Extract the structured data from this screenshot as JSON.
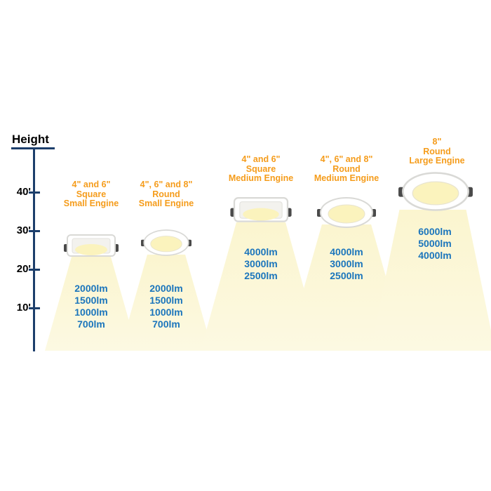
{
  "axis": {
    "title": "Height",
    "ticks": [
      "40'",
      "30'",
      "20'",
      "10'"
    ]
  },
  "fixtures": [
    {
      "shape": "square",
      "label_lines": [
        "4\" and 6\"",
        "Square",
        "Small Engine"
      ],
      "lumens": [
        "2000lm",
        "1500lm",
        "1000lm",
        "700lm"
      ]
    },
    {
      "shape": "round",
      "label_lines": [
        "4\", 6\" and 8\"",
        "Round",
        "Small Engine"
      ],
      "lumens": [
        "2000lm",
        "1500lm",
        "1000lm",
        "700lm"
      ]
    },
    {
      "shape": "square",
      "label_lines": [
        "4\" and 6\"",
        "Square",
        "Medium Engine"
      ],
      "lumens": [
        "4000lm",
        "3000lm",
        "2500lm"
      ]
    },
    {
      "shape": "round",
      "label_lines": [
        "4\", 6\" and 8\"",
        "Round",
        "Medium Engine"
      ],
      "lumens": [
        "4000lm",
        "3000lm",
        "2500lm"
      ]
    },
    {
      "shape": "round",
      "label_lines": [
        "8\"",
        "Round",
        "Large Engine"
      ],
      "lumens": [
        "6000lm",
        "5000lm",
        "4000lm"
      ]
    }
  ],
  "colors": {
    "label_orange": "#F59C1B",
    "lumen_blue": "#1B75BC",
    "beam_yellow": "#FBF5CF",
    "axis_navy": "#1C3E6B"
  }
}
